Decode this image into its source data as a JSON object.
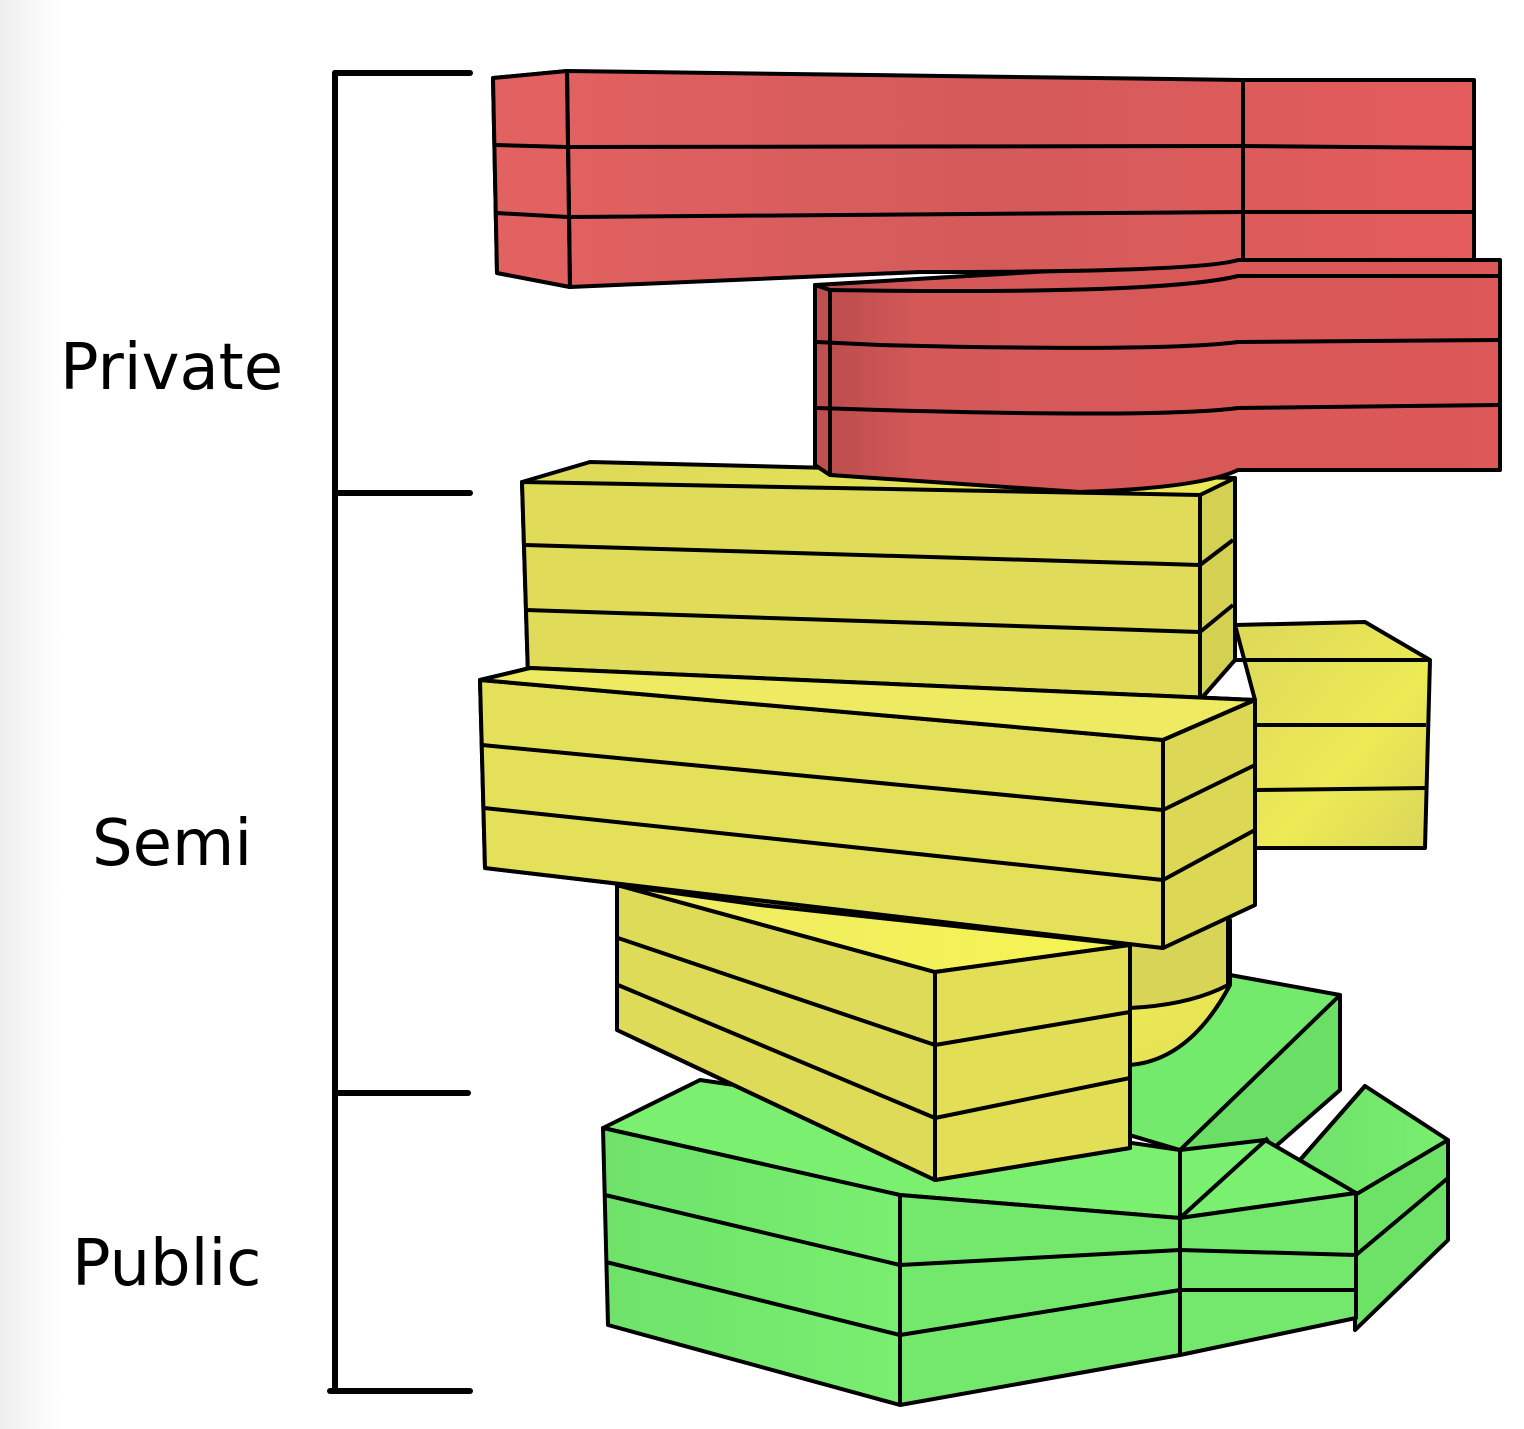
{
  "zones": [
    {
      "label": "Private",
      "color": "#dd5555"
    },
    {
      "label": "Semi",
      "color": "#e6e24f"
    },
    {
      "label": "Public",
      "color": "#72e86a"
    }
  ]
}
